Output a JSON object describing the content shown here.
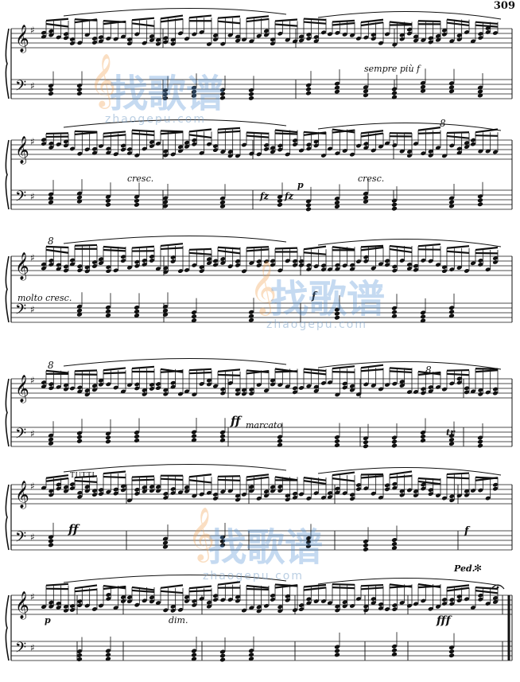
{
  "page_number": "309",
  "watermark": {
    "site_cn": "找歌谱",
    "url": "zhaogepu.com"
  },
  "systems": [
    {
      "markings": [
        "sempre più f"
      ]
    },
    {
      "markings": [
        "cresc.",
        "fz",
        "p",
        "fz",
        "cresc.",
        "8"
      ]
    },
    {
      "markings": [
        "8",
        "molto cresc.",
        "f"
      ]
    },
    {
      "markings": [
        "8",
        "ff",
        "marcato",
        "8",
        "tr"
      ]
    },
    {
      "markings": [
        "TUTTI",
        "ff",
        "f",
        "Ped.",
        "✻"
      ]
    },
    {
      "markings": [
        "p",
        "dim.",
        "fff"
      ]
    }
  ],
  "colors": {
    "ink": "#111111",
    "watermark_blue": "#5a96d7",
    "watermark_orange": "#f0a050"
  }
}
